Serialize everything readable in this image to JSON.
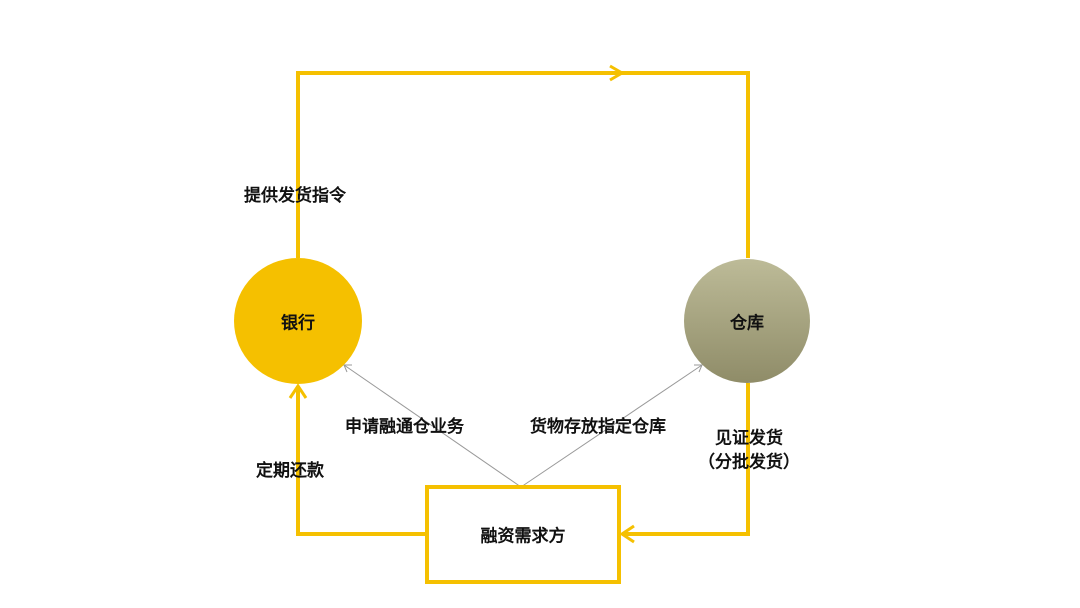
{
  "nodes": {
    "bank": "银行",
    "warehouse": "仓库",
    "borrower": "融资需求方"
  },
  "edges": {
    "instruction": "提供发货指令",
    "apply": "申请融通仓业务",
    "store": "货物存放指定仓库",
    "release_line1": "见证发货",
    "release_line2": "（分批发货）",
    "repay": "定期还款"
  },
  "colors": {
    "accent": "#F5C000",
    "bank": "#F5C000",
    "warehouse": "#A3A07E",
    "arrow_gray": "#999999"
  }
}
